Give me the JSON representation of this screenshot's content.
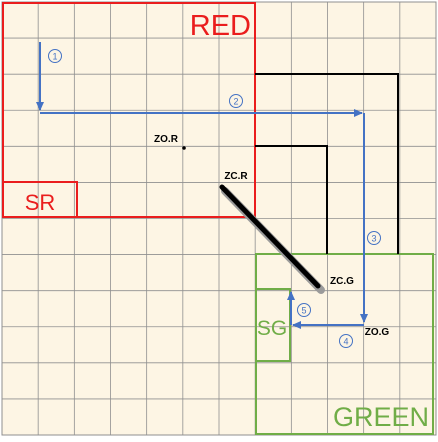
{
  "colors": {
    "background": "#fdf5e4",
    "grid": "#8f8f8f",
    "red": "#ea1d1d",
    "green": "#70ad47",
    "blue": "#4472c4",
    "black": "#000000"
  },
  "zones": {
    "red_label": "RED",
    "green_label": "GREEN",
    "sr_label": "SR",
    "sg_label": "SG"
  },
  "points": {
    "zo_r": "ZO.R",
    "zc_r": "ZC.R",
    "zc_g": "ZC.G",
    "zo_g": "ZO.G"
  },
  "steps": [
    "1",
    "2",
    "3",
    "4",
    "5"
  ]
}
